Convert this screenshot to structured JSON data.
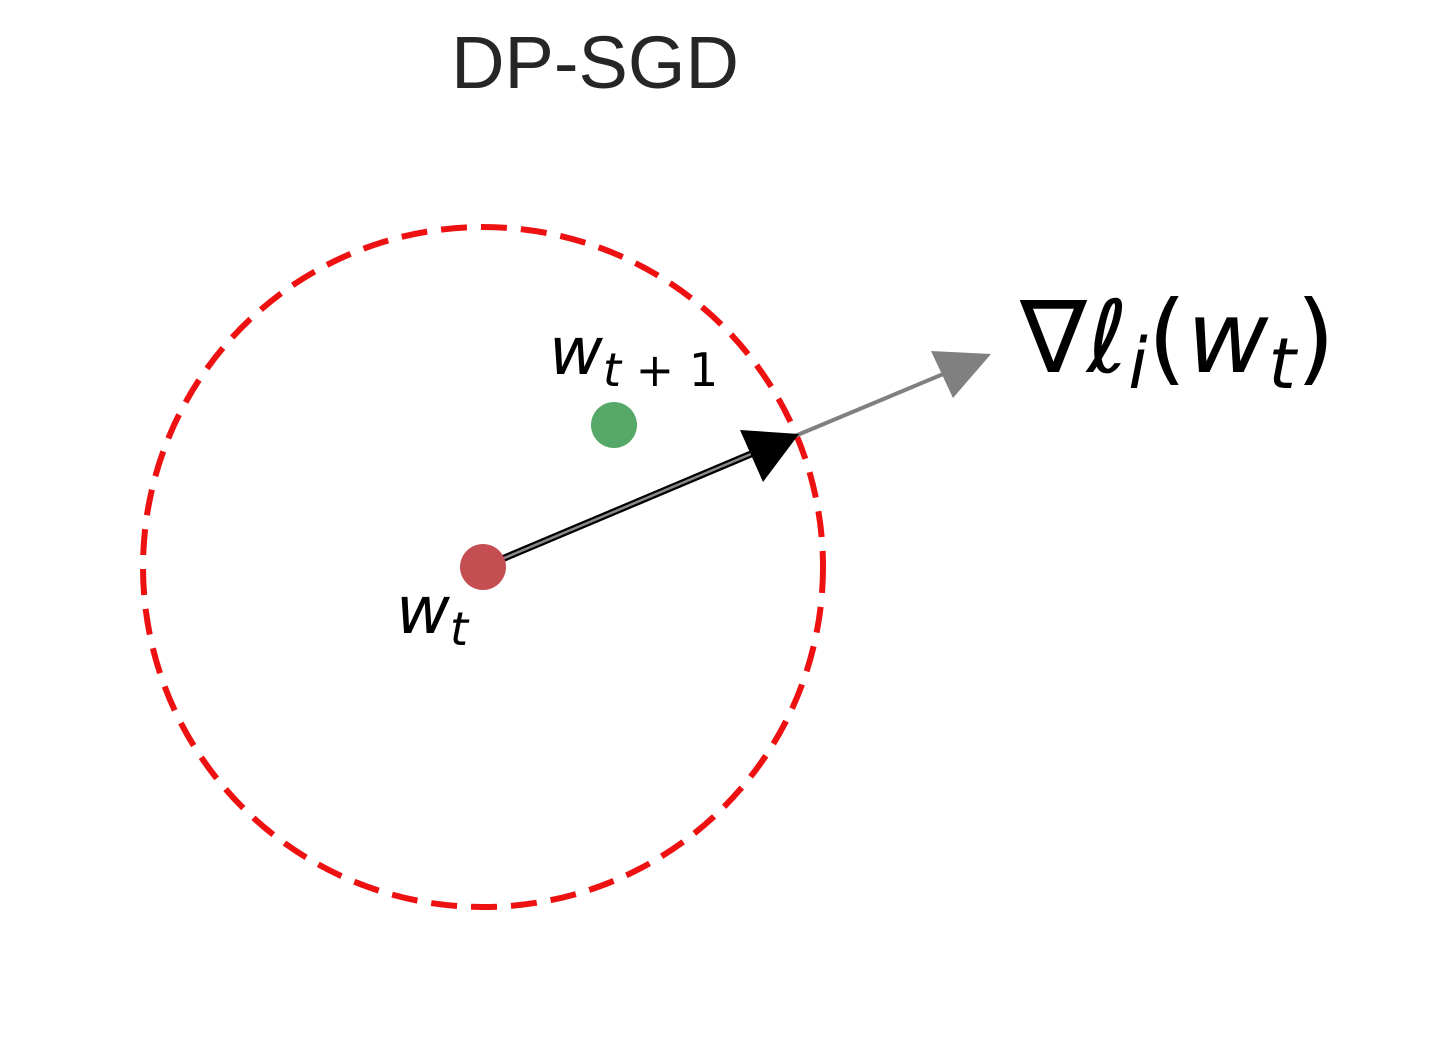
{
  "title": "DP-SGD",
  "labels": {
    "current_weight": {
      "base": "w",
      "subscript": "t"
    },
    "next_weight": {
      "base": "w",
      "subscript_var": "t",
      "subscript_op": " + ",
      "subscript_num": "1"
    },
    "gradient": {
      "nabla": "∇",
      "ell": "ℓ",
      "index": "i",
      "open": "(",
      "base": "w",
      "subscript": "t",
      "close": ")"
    }
  },
  "colors": {
    "clip_circle": "#ee1111",
    "current_point": "#c44e52",
    "next_point": "#55a868",
    "clipped_arrow": "#000000",
    "gradient_arrow": "#808080",
    "title": "#262626"
  }
}
